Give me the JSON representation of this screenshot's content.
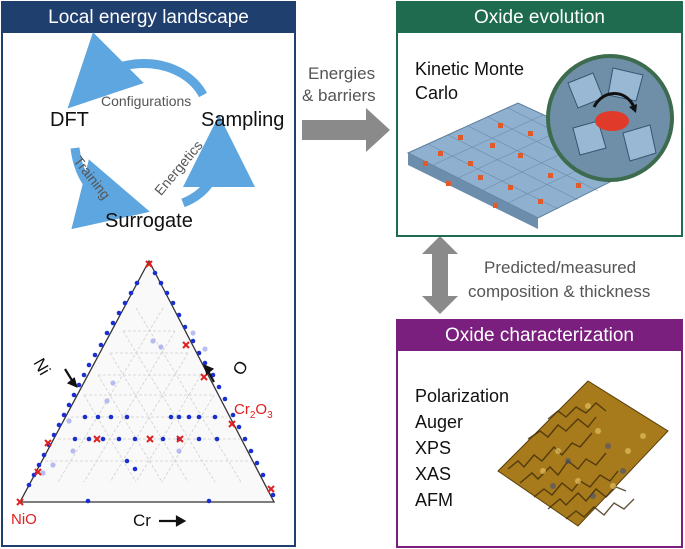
{
  "colors": {
    "left_panel": "#1f3f6f",
    "top_right_panel": "#1e6b4f",
    "bottom_right_panel": "#7a1f7e",
    "arrow_blue": "#5ea6e0",
    "gray_arrow": "#8a8a8a",
    "highlight_red": "#e02020",
    "point_blue": "#1a2fd0"
  },
  "left_panel": {
    "title": "Local energy landscape",
    "cycle": {
      "dft": "DFT",
      "sampling": "Sampling",
      "surrogate": "Surrogate",
      "configurations": "Configurations",
      "training": "Training",
      "energetics": "Energetics"
    },
    "ternary": {
      "ni_label": "Ni",
      "o_label": "O",
      "cr_label": "Cr",
      "nio_label": "NiO",
      "cr2o3_base": "Cr",
      "cr2o3_sub1": "2",
      "cr2o3_mid": "O",
      "cr2o3_sub2": "3"
    }
  },
  "middle": {
    "arrow_label_line1": "Energies",
    "arrow_label_line2": "& barriers",
    "vertical_label_line1": "Predicted/measured",
    "vertical_label_line2": "composition & thickness"
  },
  "top_right_panel": {
    "title": "Oxide evolution",
    "kmc_line1": "Kinetic Monte",
    "kmc_line2": "Carlo"
  },
  "bottom_right_panel": {
    "title": "Oxide characterization",
    "techniques": [
      "Polarization",
      "Auger",
      "XPS",
      "XAS",
      "AFM"
    ]
  }
}
